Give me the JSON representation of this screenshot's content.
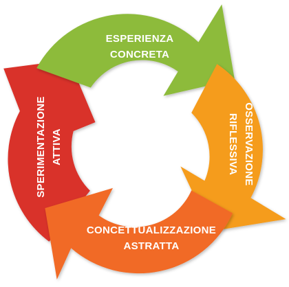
{
  "stages": [
    {
      "id": "esperienza",
      "lines": [
        "ESPERIENZA",
        "CONCRETA"
      ],
      "color": "#8DBB3A"
    },
    {
      "id": "osservazione",
      "lines": [
        "OSSERVAZIONE",
        "RIFLESSIVA"
      ],
      "color": "#F59C1E"
    },
    {
      "id": "concettualizzazione",
      "lines": [
        "CONCETTUALIZZAZIONE",
        "ASTRATTA"
      ],
      "color": "#F16A25"
    },
    {
      "id": "sperimentazione",
      "lines": [
        "SPERIMENTAZIONE",
        "ATTIVA"
      ],
      "color": "#D9312B"
    }
  ]
}
